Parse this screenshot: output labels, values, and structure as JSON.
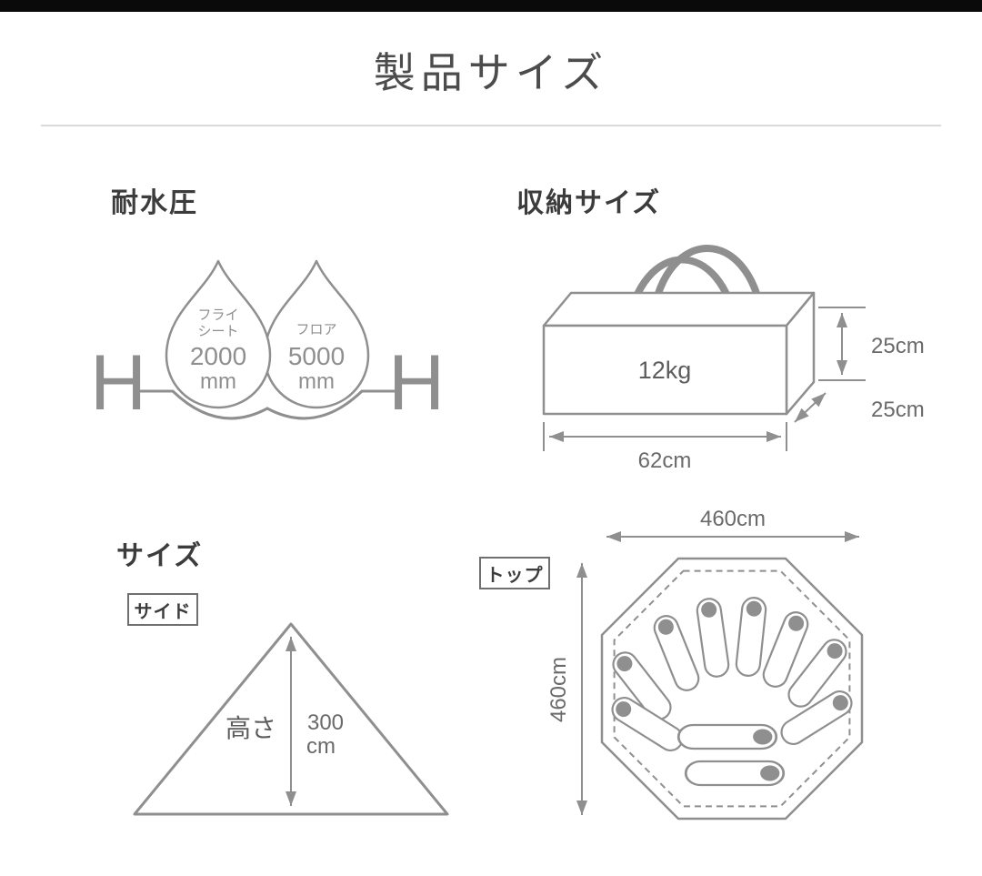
{
  "title": "製品サイズ",
  "colors": {
    "line": "#8f8f8f",
    "heading": "#3c3c3c",
    "dim_text": "#6a6a6a",
    "topbar": "#0a0a0a"
  },
  "water": {
    "heading": "耐水圧",
    "h_left": "H",
    "h_right": "H",
    "drop_fly": {
      "line1": "フライ",
      "line2": "シート",
      "value": "2000",
      "unit": "mm"
    },
    "drop_floor": {
      "line1": "フロア",
      "value": "5000",
      "unit": "mm"
    }
  },
  "storage": {
    "heading": "収納サイズ",
    "weight": "12kg",
    "height": "25cm",
    "depth": "25cm",
    "width": "62cm"
  },
  "size": {
    "heading": "サイズ",
    "side_tag": "サイド",
    "height_label": "高さ",
    "height_value": "300",
    "height_unit": "cm"
  },
  "floorplan": {
    "top_tag": "トップ",
    "width": "460cm",
    "height": "460cm"
  }
}
